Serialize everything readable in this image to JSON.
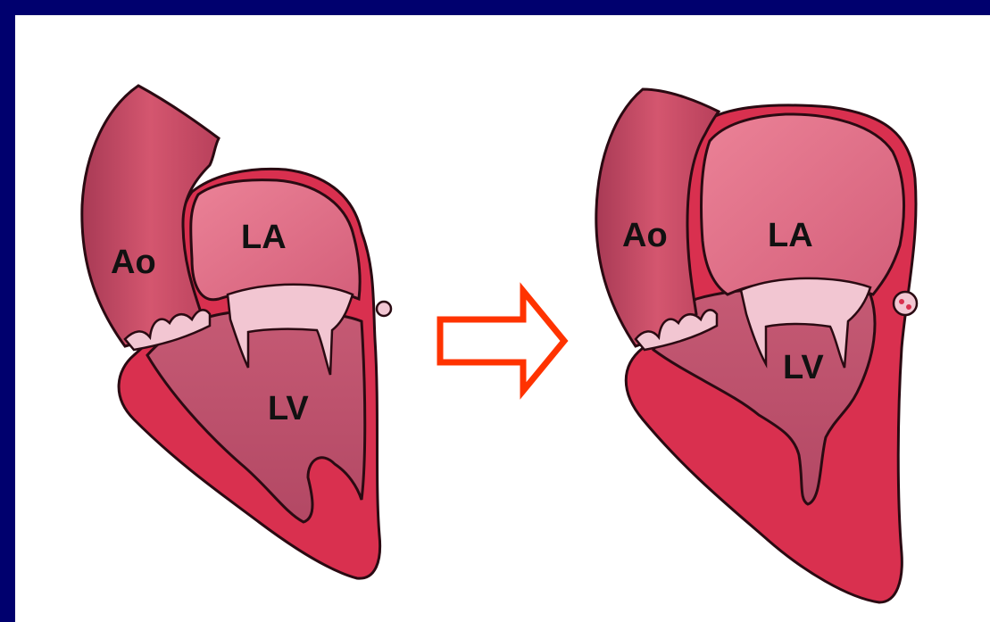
{
  "labels": {
    "ao": "Ao",
    "la": "LA",
    "lv": "LV"
  },
  "colors": {
    "background": "#00006e",
    "panel": "#ffffff",
    "myocardium": "#d9304f",
    "chamber": "#c95a74",
    "atrium": "#e06c86",
    "valve": "#f2c6d2",
    "outline": "#2a0a12",
    "arrow": "#ff3300"
  },
  "icons": {
    "arrow": "right-arrow-icon"
  }
}
